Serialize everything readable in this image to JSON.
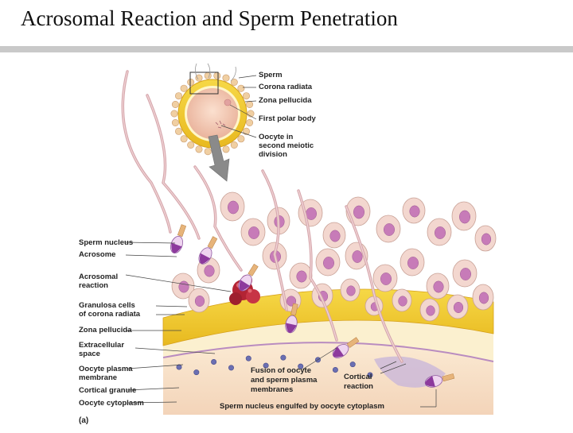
{
  "slide": {
    "title": "Acrosomal Reaction and Sperm Penetration"
  },
  "figure": {
    "panel_label": "(a)",
    "inset_labels": {
      "sperm": "Sperm",
      "corona_radiata": "Corona radiata",
      "zona_pellucida": "Zona pellucida",
      "first_polar_body": "First polar body",
      "oocyte_line1": "Oocyte in",
      "oocyte_line2": "second meiotic",
      "oocyte_line3": "division"
    },
    "left_labels": {
      "sperm_nucleus": "Sperm nucleus",
      "acrosome": "Acrosome",
      "acrosomal_reaction_line1": "Acrosomal",
      "acrosomal_reaction_line2": "reaction",
      "granulosa_line1": "Granulosa cells",
      "granulosa_line2": "of corona radiata",
      "zona_pellucida": "Zona pellucida",
      "extracellular_line1": "Extracellular",
      "extracellular_line2": "space",
      "oocyte_membrane_line1": "Oocyte plasma",
      "oocyte_membrane_line2": "membrane",
      "cortical_granule": "Cortical granule",
      "oocyte_cytoplasm": "Oocyte cytoplasm"
    },
    "bottom_labels": {
      "fusion_line1": "Fusion of oocyte",
      "fusion_line2": "and sperm plasma",
      "fusion_line3": "membranes",
      "cortical_line1": "Cortical",
      "cortical_line2": "reaction",
      "engulfed": "Sperm nucleus engulfed by oocyte cytoplasm"
    },
    "colors": {
      "egg": "#f4c7b3",
      "zona": "#f1cc2a",
      "granulosa_cell": "#f3d7cf",
      "cell_nucleus": "#c77bb8",
      "sperm_tail": "#d6a7ad",
      "acrosome": "#8d3a9d",
      "cytoplasm": "#f9e3ca",
      "granule": "#6b6fb2",
      "reaction": "#b32434"
    }
  }
}
